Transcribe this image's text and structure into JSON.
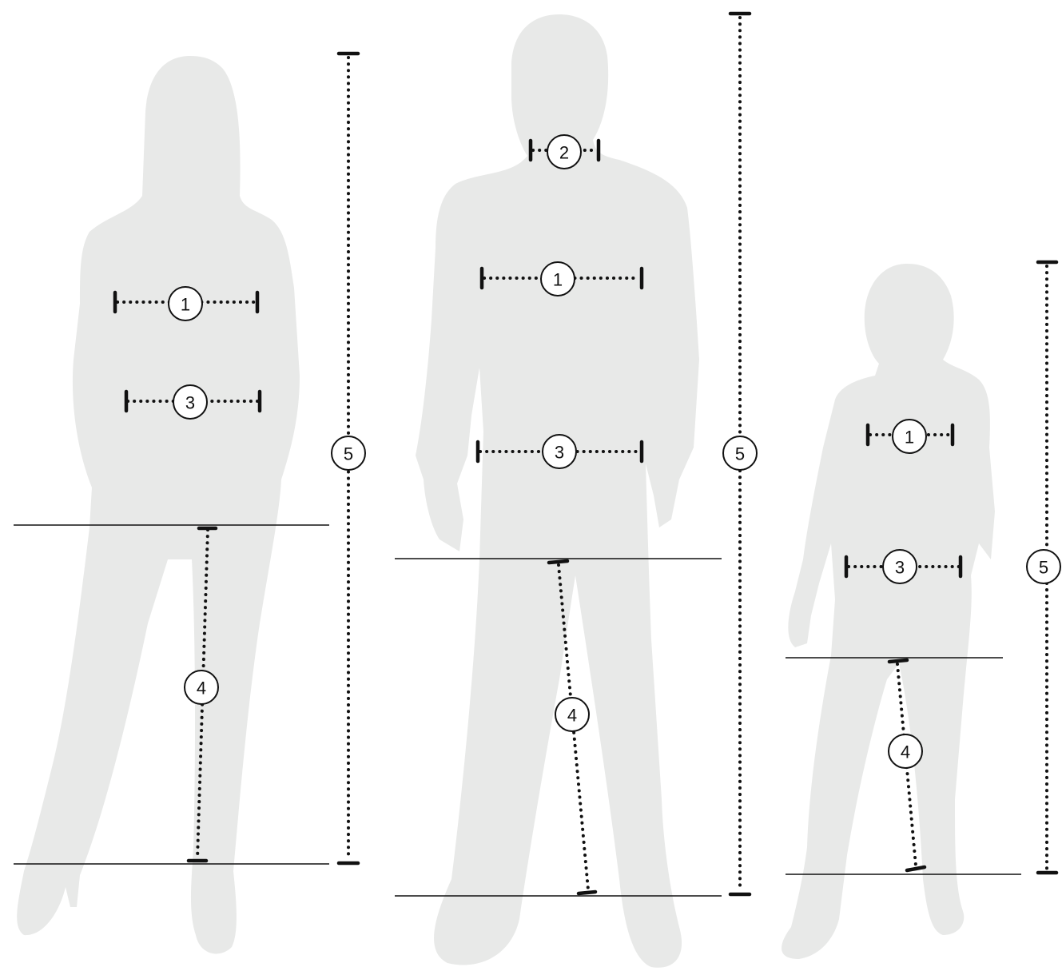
{
  "figures": [
    {
      "name": "woman",
      "markers": {
        "chest": "1",
        "waist": "3",
        "inseam": "4",
        "height": "5"
      }
    },
    {
      "name": "man",
      "markers": {
        "neck": "2",
        "chest": "1",
        "waist": "3",
        "inseam": "4",
        "height": "5"
      }
    },
    {
      "name": "child",
      "markers": {
        "chest": "1",
        "waist": "3",
        "inseam": "4",
        "height": "5"
      }
    }
  ],
  "colors": {
    "silhouette": "#e8e9e8",
    "lines": "#111111",
    "background": "#ffffff"
  }
}
